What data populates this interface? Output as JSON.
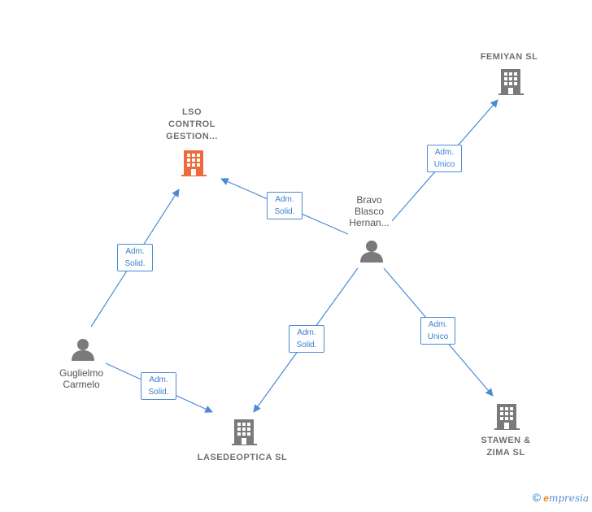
{
  "colors": {
    "edge": "#4a8bd6",
    "highlight": "#ef6a3a",
    "node": "#7a7a7a"
  },
  "nodes": {
    "lso": {
      "label": "LSO\nCONTROL\nGESTION...",
      "icon": "building-icon"
    },
    "femiyan": {
      "label": "FEMIYAN  SL",
      "icon": "building-icon"
    },
    "bravo": {
      "label": "Bravo\nBlasco\nHernan...",
      "icon": "person-icon"
    },
    "guglielmo": {
      "label": "Guglielmo\nCarmelo",
      "icon": "person-icon"
    },
    "lasedeoptica": {
      "label": "LASEDEOPTICA SL",
      "icon": "building-icon"
    },
    "stawen": {
      "label": "STAWEN &\nZIMA  SL",
      "icon": "building-icon"
    }
  },
  "edges": [
    {
      "label": "Adm.\nSolid."
    },
    {
      "label": "Adm.\nUnico"
    },
    {
      "label": "Adm.\nSolid."
    },
    {
      "label": "Adm.\nSolid."
    },
    {
      "label": "Adm.\nUnico"
    },
    {
      "label": "Adm.\nSolid."
    }
  ],
  "footer": {
    "copyright": "©",
    "brand_initial": "e",
    "brand_rest": "mpresia"
  }
}
